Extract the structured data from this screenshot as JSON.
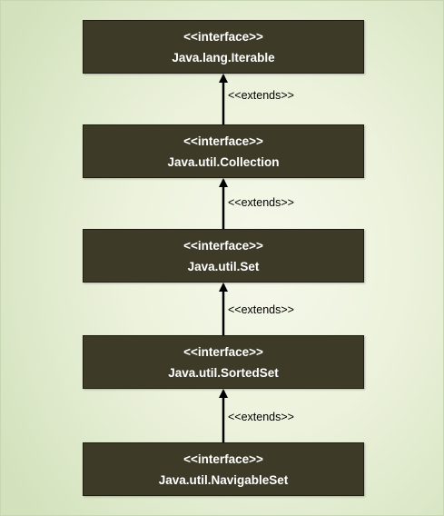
{
  "diagram": {
    "nodes": [
      {
        "stereotype": "<<interface>>",
        "name": "Java.lang.Iterable"
      },
      {
        "stereotype": "<<interface>>",
        "name": "Java.util.Collection"
      },
      {
        "stereotype": "<<interface>>",
        "name": "Java.util.Set"
      },
      {
        "stereotype": "<<interface>>",
        "name": "Java.util.SortedSet"
      },
      {
        "stereotype": "<<interface>>",
        "name": "Java.util.NavigableSet"
      }
    ],
    "edges": [
      {
        "from": "Java.util.Collection",
        "to": "Java.lang.Iterable",
        "label": "<<extends>>"
      },
      {
        "from": "Java.util.Set",
        "to": "Java.util.Collection",
        "label": "<<extends>>"
      },
      {
        "from": "Java.util.SortedSet",
        "to": "Java.util.Set",
        "label": "<<extends>>"
      },
      {
        "from": "Java.util.NavigableSet",
        "to": "Java.util.SortedSet",
        "label": "<<extends>>"
      }
    ],
    "colors": {
      "box_fill": "#3d3a28",
      "box_text": "#ffffff",
      "arrow": "#000000"
    }
  }
}
